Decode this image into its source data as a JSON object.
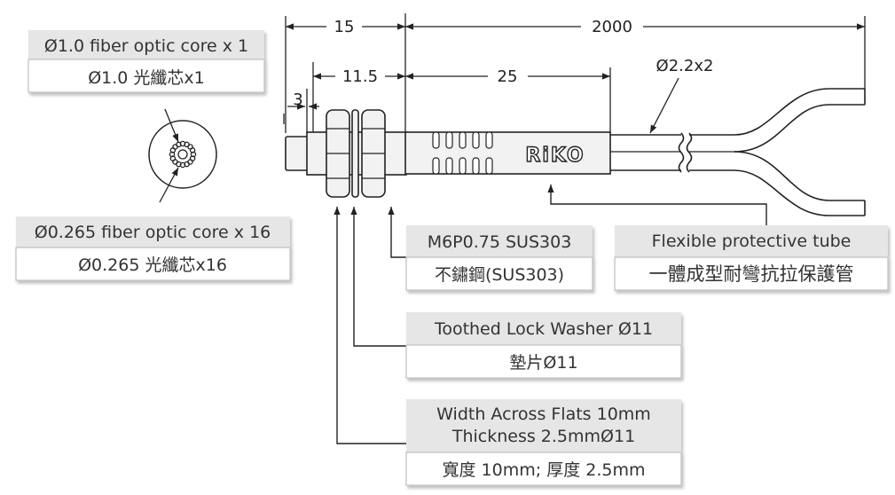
{
  "dimensions": {
    "d15": "15",
    "d2000": "2000",
    "d11_5": "11.5",
    "d25": "25",
    "d3": "3",
    "d_tube": "Ø2.2x2"
  },
  "brand": "RiKO",
  "labels": {
    "core1_en": "Ø1.0 fiber optic core x 1",
    "core1_zh": "Ø1.0 光纖芯x1",
    "core16_en": "Ø0.265 fiber optic core x 16",
    "core16_zh": "Ø0.265 光纖芯x16",
    "thread_en": "M6P0.75 SUS303",
    "thread_zh": "不鏽鋼(SUS303)",
    "tube_en": "Flexible protective tube",
    "tube_zh": "一體成型耐彎抗拉保護管",
    "washer_en": "Toothed Lock Washer Ø11",
    "washer_zh": "墊片Ø11",
    "nut_en_line1": "Width Across Flats 10mm",
    "nut_en_line2": "Thickness 2.5mmØ11",
    "nut_zh": "寬度 10mm; 厚度 2.5mm"
  },
  "colors": {
    "label_fill": "#e6e6e6",
    "border": "#bdbdbd",
    "body_fill": "#f2f2f2",
    "stroke": "#222222"
  }
}
